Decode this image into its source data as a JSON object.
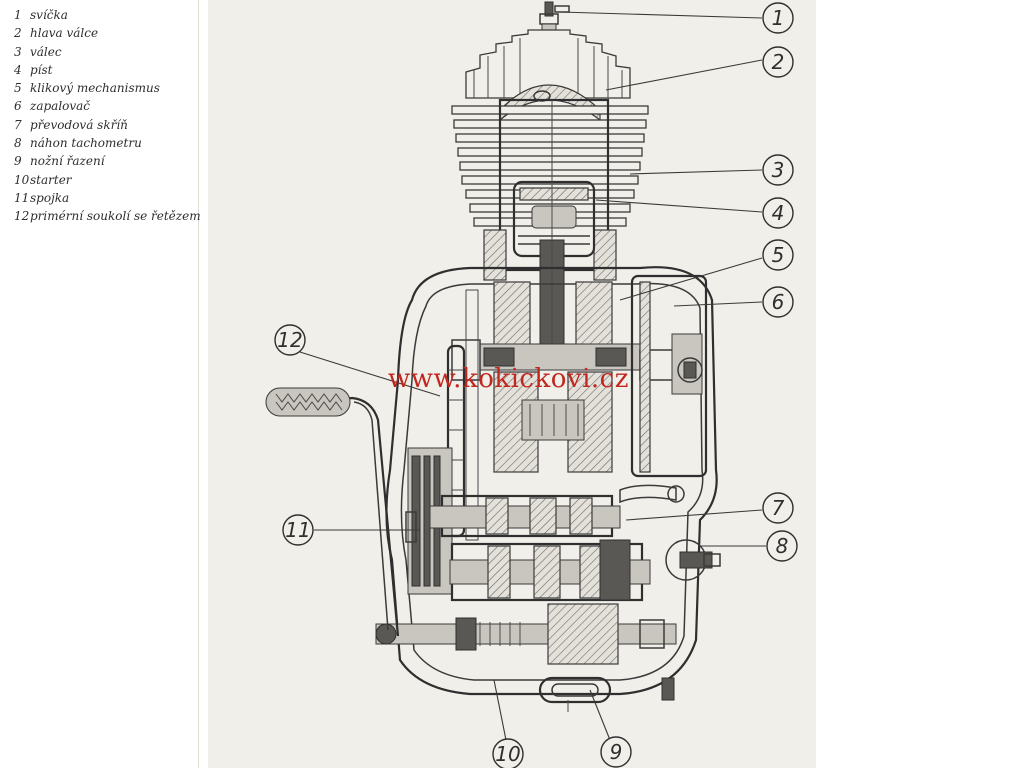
{
  "legend": [
    {
      "num": "1",
      "label": "svíčka"
    },
    {
      "num": "2",
      "label": "hlava válce"
    },
    {
      "num": "3",
      "label": "válec"
    },
    {
      "num": "4",
      "label": "píst"
    },
    {
      "num": "5",
      "label": "klikový mechanismus"
    },
    {
      "num": "6",
      "label": "zapalovač"
    },
    {
      "num": "7",
      "label": "převodová skříň"
    },
    {
      "num": "8",
      "label": "náhon tachometru"
    },
    {
      "num": "9",
      "label": "nožní řazení"
    },
    {
      "num": "10",
      "label": "starter"
    },
    {
      "num": "11",
      "label": "spojka"
    },
    {
      "num": "12",
      "label": "primérní soukolí se řetězem"
    }
  ],
  "callouts": [
    "1",
    "2",
    "3",
    "4",
    "5",
    "6",
    "7",
    "8",
    "9",
    "10",
    "11",
    "12"
  ],
  "watermark": "www.kokickovi.cz",
  "colors": {
    "paper": "#f1efe9",
    "ink": "#3a3a3a",
    "watermark": "#c0281f"
  }
}
